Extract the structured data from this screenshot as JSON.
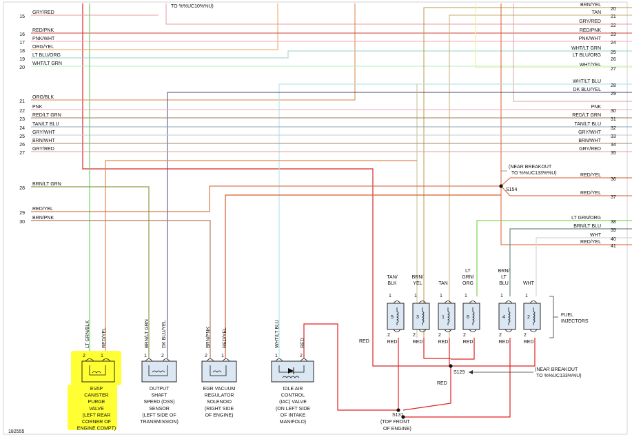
{
  "figure_id": "182555",
  "left_wires": [
    {
      "pin": "15",
      "label": "GRY/RED",
      "color": "#e79ea0"
    },
    {
      "pin": "16",
      "label": "RED/PNK",
      "color": "#d73a3a"
    },
    {
      "pin": "17",
      "label": "PNK/WHT",
      "color": "#f4a9ba"
    },
    {
      "pin": "18",
      "label": "ORG/YEL",
      "color": "#e9a05a"
    },
    {
      "pin": "19",
      "label": "LT BLU/ORG",
      "color": "#8fd6c9"
    },
    {
      "pin": "20",
      "label": "WHT/LT GRN",
      "color": "#b9ecc5"
    },
    {
      "pin": "21",
      "label": "ORG/BLK",
      "color": "#d9823e"
    },
    {
      "pin": "22",
      "label": "PNK",
      "color": "#f3a4b6"
    },
    {
      "pin": "23",
      "label": "RED/LT GRN",
      "color": "#9e7c52"
    },
    {
      "pin": "24",
      "label": "TAN/LT BLU",
      "color": "#8fa4b0"
    },
    {
      "pin": "25",
      "label": "GRY/WHT",
      "color": "#c8c8c8"
    },
    {
      "pin": "26",
      "label": "BRN/WHT",
      "color": "#a08a6c"
    },
    {
      "pin": "27",
      "label": "GRY/RED",
      "color": "#e79ea0"
    },
    {
      "pin": "28",
      "label": "BRN/LT GRN",
      "color": "#8a9d4a"
    },
    {
      "pin": "29",
      "label": "RED/YEL",
      "color": "#d95a2a"
    },
    {
      "pin": "30",
      "label": "BRN/PNK",
      "color": "#b07a60"
    }
  ],
  "right_wires": [
    {
      "pin": "20",
      "label": "BRN/YEL",
      "color": "#b99a40"
    },
    {
      "pin": "21",
      "label": "TAN",
      "color": "#c7ad74"
    },
    {
      "pin": "22",
      "label": "GRY/RED",
      "color": "#e79ea0"
    },
    {
      "pin": "23",
      "label": "RED/PNK",
      "color": "#d73a3a"
    },
    {
      "pin": "24",
      "label": "PNK/WHT",
      "color": "#f4a9ba"
    },
    {
      "pin": "25",
      "label": "WHT/LT GRN",
      "color": "#b9ecc5"
    },
    {
      "pin": "26",
      "label": "LT BLU/ORG",
      "color": "#8fd6c9"
    },
    {
      "pin": "27",
      "label": "WHT/YEL",
      "color": "#eef0a0"
    },
    {
      "pin": "28",
      "label": "WHT/LT BLU",
      "color": "#b5e6ec"
    },
    {
      "pin": "29",
      "label": "DK BLU/YEL",
      "color": "#454a7a"
    },
    {
      "pin": "30",
      "label": "PNK",
      "color": "#f3a4b6"
    },
    {
      "pin": "31",
      "label": "RED/LT GRN",
      "color": "#9e7c52"
    },
    {
      "pin": "32",
      "label": "TAN/LT BLU",
      "color": "#8fa4b0"
    },
    {
      "pin": "33",
      "label": "GRY/WHT",
      "color": "#c8c8c8"
    },
    {
      "pin": "34",
      "label": "BRN/WHT",
      "color": "#a08a6c"
    },
    {
      "pin": "35",
      "label": "GRY/RED",
      "color": "#e79ea0"
    },
    {
      "pin": "36",
      "label": "RED/YEL",
      "color": "#d95a2a"
    },
    {
      "pin": "37",
      "label": "RED/YEL",
      "color": "#d95a2a"
    },
    {
      "pin": "38",
      "label": "LT GRN/ORG",
      "color": "#7cd655"
    },
    {
      "pin": "39",
      "label": "BRN/LT BLU",
      "color": "#6f8c7a"
    },
    {
      "pin": "40",
      "label": "WHT",
      "color": "#dddddd"
    },
    {
      "pin": "41",
      "label": "RED/YEL",
      "color": "#d95a2a"
    }
  ],
  "top_note": "TO %%UC10%%U)",
  "splices": {
    "s154": {
      "name": "S154",
      "note1": "(NEAR BREAKOUT",
      "note2": "TO %%UC133%%U)"
    },
    "s129": {
      "name": "S129",
      "note1": "(NEAR BREAKOUT",
      "note2": "TO %%UC133%%U)"
    },
    "s131": {
      "name": "S131",
      "note1": "(TOP FRONT",
      "note2": "OF ENGINE)"
    }
  },
  "components": {
    "evap": {
      "wire1": "LT GRN/BLK",
      "wire2": "RED/YEL",
      "pin1": "2",
      "pin2": "1",
      "lines": [
        "EVAP",
        "CANISTER",
        "PURGE",
        "VALVE",
        "(LEFT REAR",
        "CORNER OF",
        "ENGINE COMPT)"
      ]
    },
    "oss": {
      "wire1": "BRN/LT GRN",
      "wire2": "DK BLU/YEL",
      "pin1": "1",
      "pin2": "2",
      "lines": [
        "OUTPUT",
        "SHAFT",
        "SPEED (OSS)",
        "SENSOR",
        "(LEFT SIDE OF",
        "TRANSMISSION)"
      ]
    },
    "egr": {
      "wire1": "BRN/PNK",
      "wire2": "RED/YEL",
      "pin1": "2",
      "pin2": "1",
      "lines": [
        "EGR VACUUM",
        "REGULATOR",
        "SOLENOID",
        "(RIGHT SIDE",
        "OF ENGINE)"
      ]
    },
    "iac": {
      "wire1": "WHT/LT BLU",
      "wire2": "RED",
      "pin1": "1",
      "pin2": "2",
      "lines": [
        "IDLE AIR",
        "CONTROL",
        "(IAC) VALVE",
        "(ON LEFT SIDE",
        "OF INTAKE",
        "MANIFOLD)"
      ]
    }
  },
  "injectors": {
    "label1": "FUEL",
    "label2": "INJECTORS",
    "items": [
      {
        "num": "5",
        "wire": [
          "TAN/",
          "BLK"
        ],
        "pin_top": "1",
        "pin_bot": "2",
        "bottom_wire": "RED"
      },
      {
        "num": "3",
        "wire": [
          "BRN/",
          "YEL"
        ],
        "pin_top": "1",
        "pin_bot": "2",
        "bottom_wire": "RED"
      },
      {
        "num": "1",
        "wire": [
          "TAN"
        ],
        "pin_top": "1",
        "pin_bot": "2",
        "bottom_wire": "RED"
      },
      {
        "num": "6",
        "wire": [
          "LT",
          "GRN/",
          "ORG"
        ],
        "pin_top": "1",
        "pin_bot": "2",
        "bottom_wire": "RED"
      },
      {
        "num": "4",
        "wire": [
          "BRN/",
          "LT",
          "BLU"
        ],
        "pin_top": "1",
        "pin_bot": "2",
        "bottom_wire": "RED"
      },
      {
        "num": "2",
        "wire": [
          "WHT"
        ],
        "pin_top": "1",
        "pin_bot": "2",
        "bottom_wire": "RED"
      }
    ]
  },
  "misc_labels": {
    "red_left": "RED",
    "red_s129": "RED"
  }
}
